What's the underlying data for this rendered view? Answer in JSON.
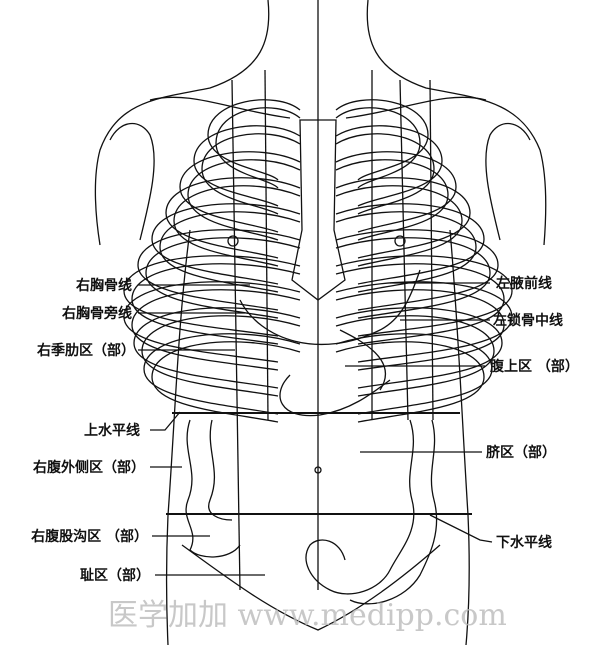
{
  "diagram": {
    "left_labels": [
      {
        "text": "右胸骨线"
      },
      {
        "text": "右胸骨旁线"
      },
      {
        "text": "右季肋区（部）"
      },
      {
        "text": "上水平线"
      },
      {
        "text": "右腹外侧区（部）"
      },
      {
        "text": "右腹股沟区 （部）"
      },
      {
        "text": "耻区（部）"
      }
    ],
    "right_labels": [
      {
        "text": "左腋前线"
      },
      {
        "text": "左锁骨中线"
      },
      {
        "text": "腹上区 （部）"
      },
      {
        "text": "脐区（部）"
      },
      {
        "text": "下水平线"
      }
    ],
    "watermark": "医学加加 www.medipp.com"
  }
}
